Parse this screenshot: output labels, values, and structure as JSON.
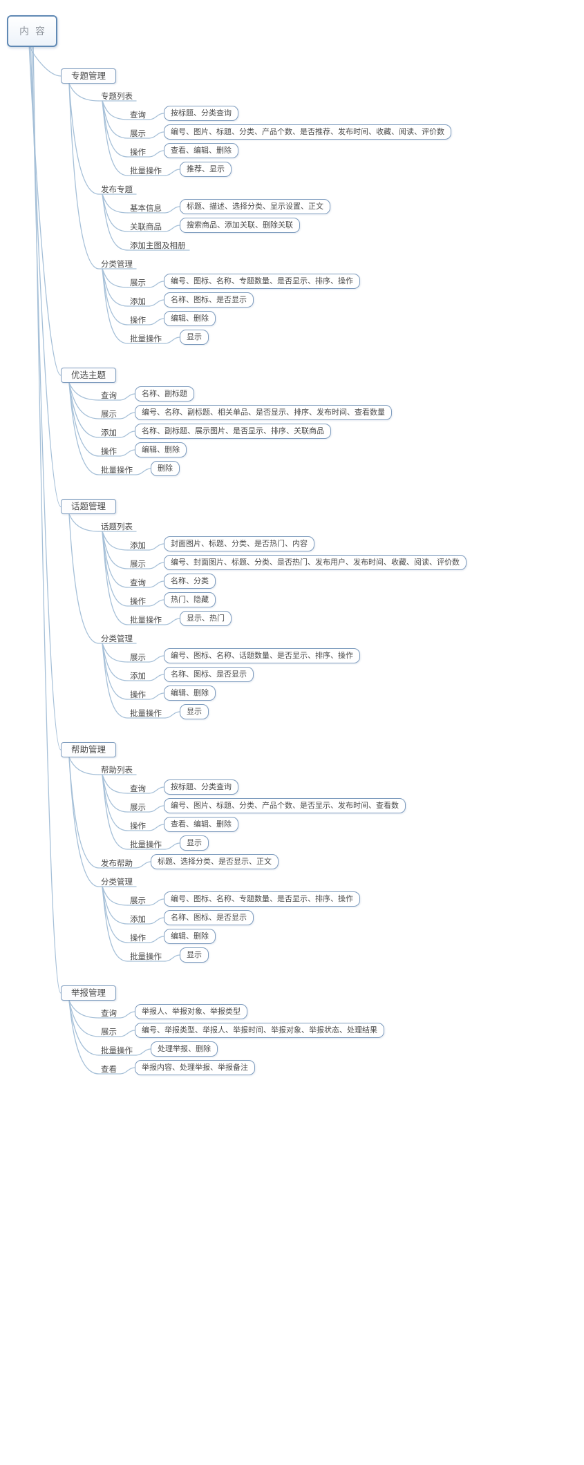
{
  "style": {
    "line_color": "#a6c0d8",
    "box_border": "#7e9cbe",
    "root_border": "#6089b4",
    "text_color": "#4a4a4a",
    "root_text_color": "#8c929a"
  },
  "tree": {
    "label": "内容",
    "children": [
      {
        "label": "专题管理",
        "children": [
          {
            "label": "专题列表",
            "children": [
              {
                "label": "查询",
                "leaf": "按标题、分类查询"
              },
              {
                "label": "展示",
                "leaf": "编号、图片、标题、分类、产品个数、是否推荐、发布时间、收藏、阅读、评价数"
              },
              {
                "label": "操作",
                "leaf": "查看、编辑、删除"
              },
              {
                "label": "批量操作",
                "leaf": "推荐、显示"
              }
            ]
          },
          {
            "label": "发布专题",
            "children": [
              {
                "label": "基本信息",
                "leaf": "标题、描述、选择分类、显示设置、正文"
              },
              {
                "label": "关联商品",
                "leaf": "搜索商品、添加关联、删除关联"
              },
              {
                "label": "添加主图及相册"
              }
            ]
          },
          {
            "label": "分类管理",
            "children": [
              {
                "label": "展示",
                "leaf": "编号、图标、名称、专题数量、是否显示、排序、操作"
              },
              {
                "label": "添加",
                "leaf": "名称、图标、是否显示"
              },
              {
                "label": "操作",
                "leaf": "编辑、删除"
              },
              {
                "label": "批量操作",
                "leaf": "显示"
              }
            ]
          }
        ]
      },
      {
        "label": "优选主题",
        "children": [
          {
            "label": "查询",
            "leaf": "名称、副标题"
          },
          {
            "label": "展示",
            "leaf": "编号、名称、副标题、相关单品、是否显示、排序、发布时间、查看数量"
          },
          {
            "label": "添加",
            "leaf": "名称、副标题、展示图片、是否显示、排序、关联商品"
          },
          {
            "label": "操作",
            "leaf": "编辑、删除"
          },
          {
            "label": "批量操作",
            "leaf": "删除"
          }
        ]
      },
      {
        "label": "话题管理",
        "children": [
          {
            "label": "话题列表",
            "children": [
              {
                "label": "添加",
                "leaf": "封面图片、标题、分类、是否热门、内容"
              },
              {
                "label": "展示",
                "leaf": "编号、封面图片、标题、分类、是否热门、发布用户、发布时间、收藏、阅读、评价数"
              },
              {
                "label": "查询",
                "leaf": "名称、分类"
              },
              {
                "label": "操作",
                "leaf": "热门、隐藏"
              },
              {
                "label": "批量操作",
                "leaf": "显示、热门"
              }
            ]
          },
          {
            "label": "分类管理",
            "children": [
              {
                "label": "展示",
                "leaf": "编号、图标、名称、话题数量、是否显示、排序、操作"
              },
              {
                "label": "添加",
                "leaf": "名称、图标、是否显示"
              },
              {
                "label": "操作",
                "leaf": "编辑、删除"
              },
              {
                "label": "批量操作",
                "leaf": "显示"
              }
            ]
          }
        ]
      },
      {
        "label": "帮助管理",
        "children": [
          {
            "label": "帮助列表",
            "children": [
              {
                "label": "查询",
                "leaf": "按标题、分类查询"
              },
              {
                "label": "展示",
                "leaf": "编号、图片、标题、分类、产品个数、是否显示、发布时间、查看数"
              },
              {
                "label": "操作",
                "leaf": "查看、编辑、删除"
              },
              {
                "label": "批量操作",
                "leaf": "显示"
              }
            ]
          },
          {
            "label": "发布帮助",
            "leaf": "标题、选择分类、是否显示、正文"
          },
          {
            "label": "分类管理",
            "children": [
              {
                "label": "展示",
                "leaf": "编号、图标、名称、专题数量、是否显示、排序、操作"
              },
              {
                "label": "添加",
                "leaf": "名称、图标、是否显示"
              },
              {
                "label": "操作",
                "leaf": "编辑、删除"
              },
              {
                "label": "批量操作",
                "leaf": "显示"
              }
            ]
          }
        ]
      },
      {
        "label": "举报管理",
        "children": [
          {
            "label": "查询",
            "leaf": "举报人、举报对象、举报类型"
          },
          {
            "label": "展示",
            "leaf": "编号、举报类型、举报人、举报时间、举报对象、举报状态、处理结果"
          },
          {
            "label": "批量操作",
            "leaf": "处理举报、删除"
          },
          {
            "label": "查看",
            "leaf": "举报内容、处理举报、举报备注"
          }
        ]
      }
    ]
  }
}
